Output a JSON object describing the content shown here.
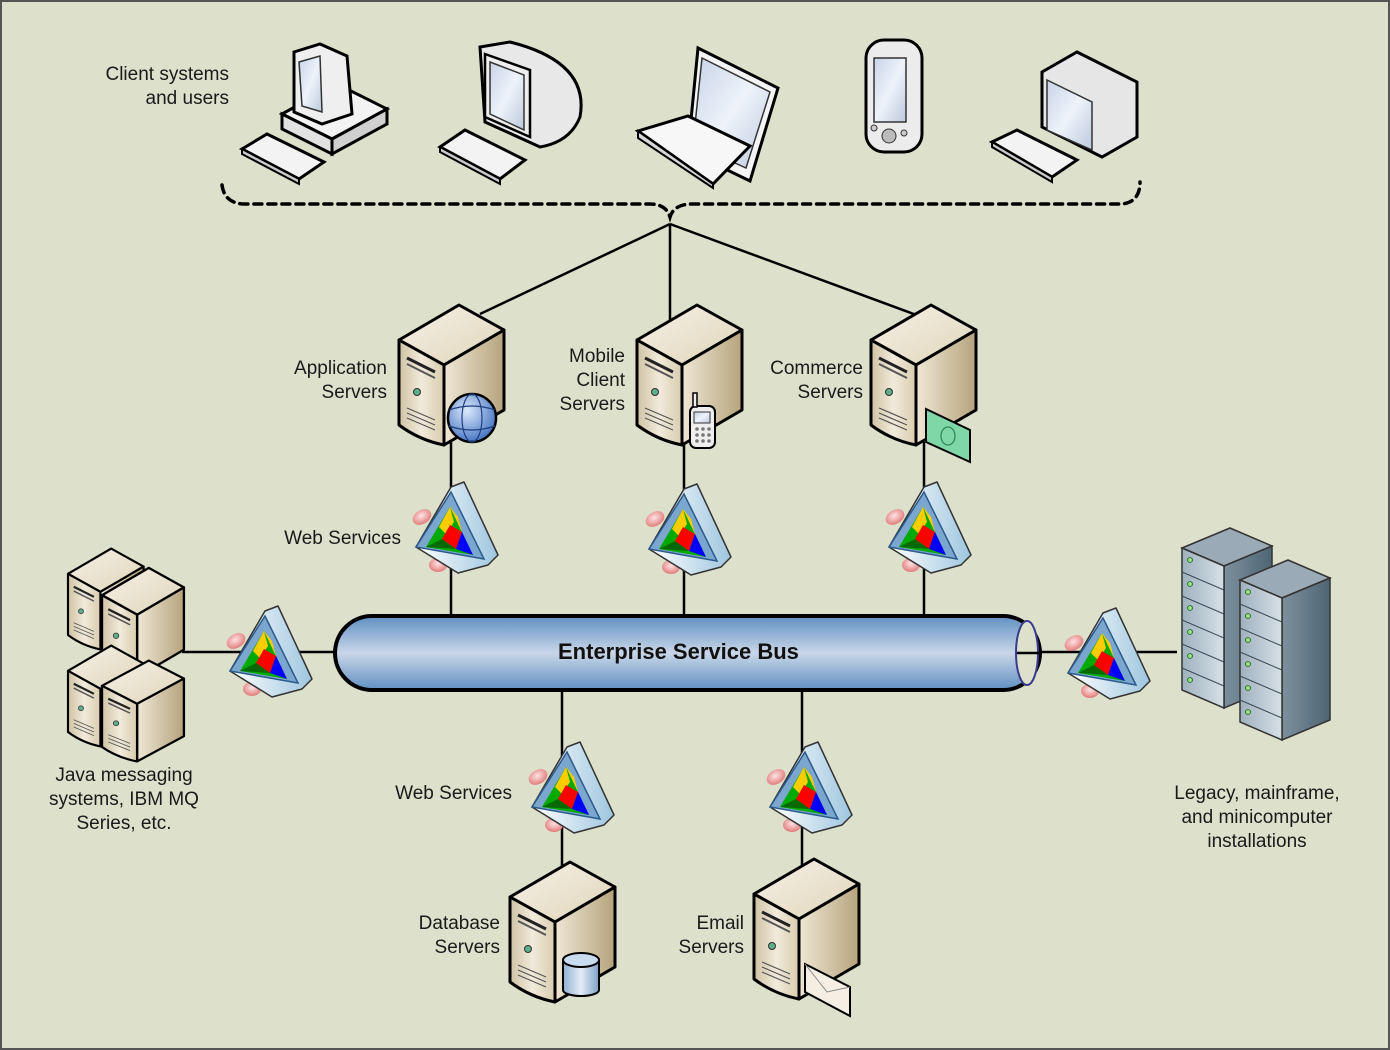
{
  "title": "Enterprise Service Bus architecture",
  "colors": {
    "background": "#dde0cb",
    "bus_fill": "#8fb0d4",
    "server_fill": "#e8dcc2",
    "connector_line": "#000000"
  },
  "labels": {
    "clients": "Client systems\nand users",
    "app_servers": "Application\nServers",
    "mobile_servers": "Mobile\nClient\nServers",
    "commerce_servers": "Commerce\nServers",
    "web_services_top": "Web Services",
    "web_services_bottom": "Web Services",
    "bus": "Enterprise Service Bus",
    "java_messaging": "Java messaging\nsystems, IBM MQ\nSeries, etc.",
    "legacy": "Legacy, mainframe,\nand minicomputer\ninstallations",
    "database_servers": "Database\nServers",
    "email_servers": "Email\nServers"
  },
  "clients": [
    {
      "icon": "desktop-pc-icon"
    },
    {
      "icon": "crt-monitor-icon"
    },
    {
      "icon": "laptop-icon"
    },
    {
      "icon": "pda-icon"
    },
    {
      "icon": "workstation-icon"
    }
  ],
  "servers_top": [
    {
      "name": "application",
      "badge": "globe-icon"
    },
    {
      "name": "mobile",
      "badge": "cell-phone-icon"
    },
    {
      "name": "commerce",
      "badge": "banknote-icon"
    }
  ],
  "servers_bottom": [
    {
      "name": "database",
      "badge": "database-cylinder-icon"
    },
    {
      "name": "email",
      "badge": "envelope-icon"
    }
  ]
}
